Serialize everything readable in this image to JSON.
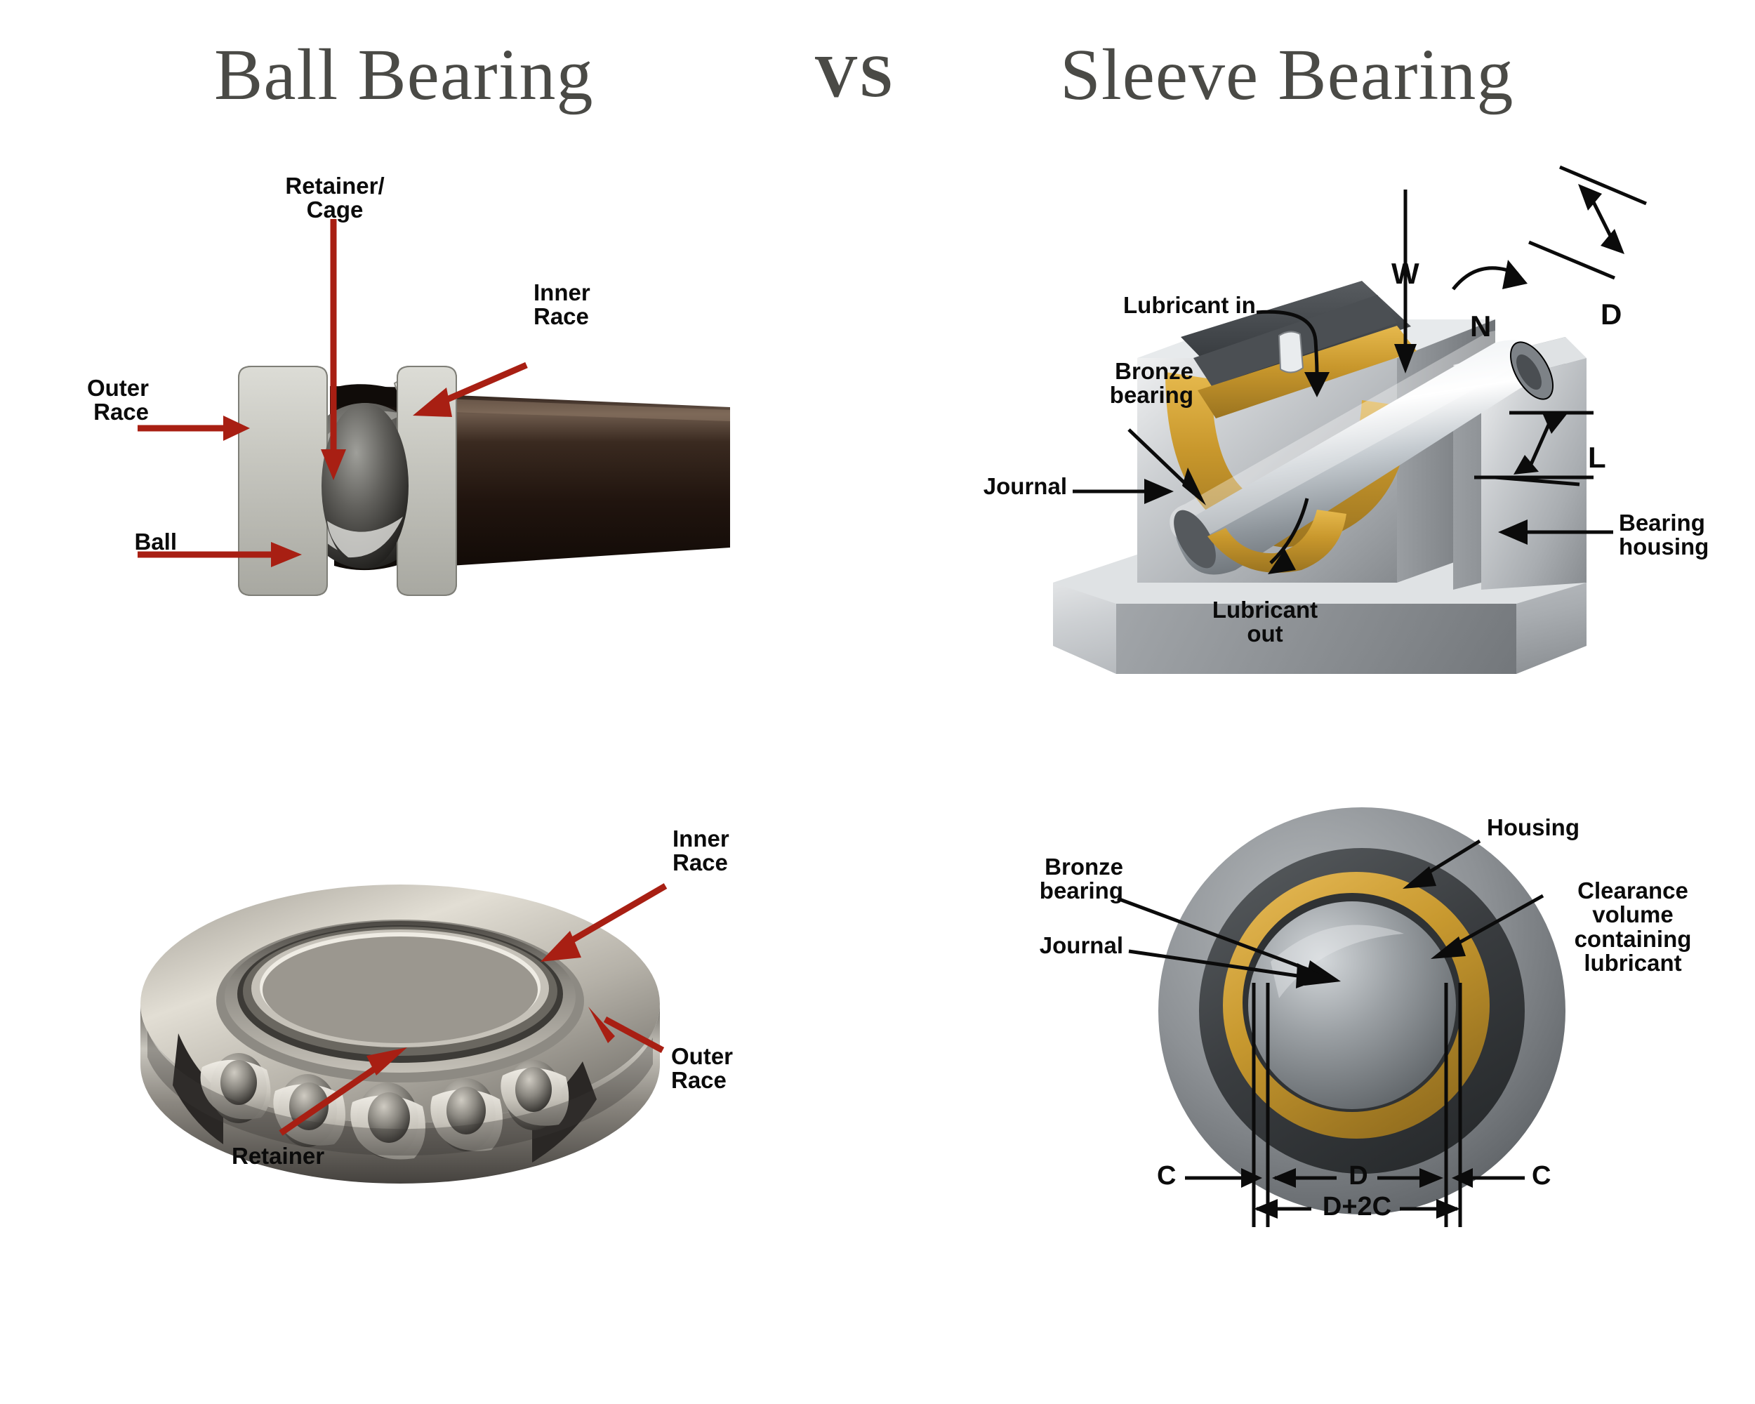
{
  "page": {
    "background": "#ffffff",
    "title_color": "#4a4a46",
    "label_color": "#0b0b0b",
    "arrow_red": "#a81f13",
    "arrow_black": "#0b0b0b",
    "bronze_color": "#c99a2e",
    "steel_color": "#b9bcc0"
  },
  "headings": {
    "left": "Ball Bearing",
    "middle": "VS",
    "right": "Sleeve Bearing"
  },
  "figures": {
    "ball_bearing_cutaway": {
      "name": "ball-bearing-cutaway",
      "labels": {
        "retainer_cage": "Retainer/\nCage",
        "inner_race": "Inner\nRace",
        "outer_race": "Outer\nRace",
        "ball": "Ball"
      }
    },
    "sleeve_bearing_3d": {
      "name": "sleeve-bearing-3d",
      "labels": {
        "lubricant_in": "Lubricant in",
        "bronze_bearing": "Bronze\nbearing",
        "journal": "Journal",
        "lubricant_out": "Lubricant\nout",
        "bearing_housing": "Bearing\nhousing",
        "load_w": "W",
        "speed_n": "N",
        "length_l": "L",
        "diameter_d": "D"
      }
    },
    "ball_bearing_ring": {
      "name": "ball-bearing-ring",
      "labels": {
        "inner_race": "Inner\nRace",
        "outer_race": "Outer\nRace",
        "retainer": "Retainer"
      }
    },
    "sleeve_bearing_section": {
      "name": "sleeve-bearing-section",
      "labels": {
        "housing": "Housing",
        "bronze_bearing": "Bronze\nbearing",
        "journal": "Journal",
        "clearance": "Clearance\nvolume\ncontaining\nlubricant"
      },
      "dimensions": {
        "clearance_left": "C",
        "clearance_right": "C",
        "journal_diameter": "D",
        "bore_diameter": "D+2C"
      }
    }
  }
}
